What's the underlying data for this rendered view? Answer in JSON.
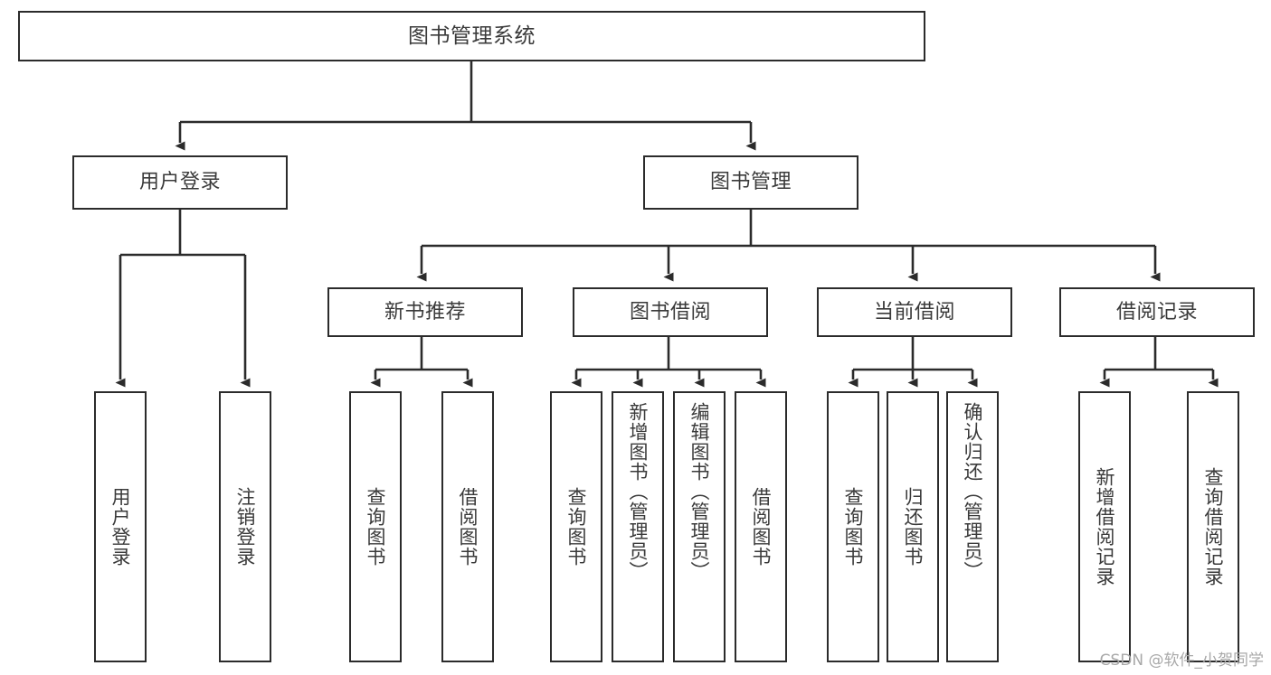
{
  "diagram": {
    "type": "tree-hierarchy-flowchart",
    "title": "图书管理系统",
    "orientation": "top-down",
    "colors": {
      "box_border": "#2b2b2b",
      "box_fill": "#ffffff",
      "connector": "#2b2b2b",
      "text": "#3a3a3a",
      "background": "#ffffff",
      "watermark": "#a8a8a8"
    },
    "levels": {
      "level0": [
        "图书管理系统"
      ],
      "level1": [
        "用户登录",
        "图书管理"
      ],
      "level2": [
        "新书推荐",
        "图书借阅",
        "当前借阅",
        "借阅记录"
      ],
      "level3": [
        "用户登录",
        "注销登录",
        "查询图书",
        "借阅图书",
        "查询图书",
        "新增图书（管理员）",
        "编辑图书（管理员）",
        "借阅图书",
        "查询图书",
        "归还图书",
        "确认归还（管理员）",
        "新增借阅记录",
        "查询借阅记录"
      ]
    },
    "nodes": {
      "root": {
        "label": "图书管理系统"
      },
      "user_login": {
        "label": "用户登录"
      },
      "book_manage": {
        "label": "图书管理"
      },
      "new_book_rec": {
        "label": "新书推荐"
      },
      "book_borrow": {
        "label": "图书借阅"
      },
      "current_borrow": {
        "label": "当前借阅"
      },
      "borrow_record": {
        "label": "借阅记录"
      },
      "leaf_user_login": {
        "label": "用户登录"
      },
      "leaf_logout": {
        "label": "注销登录"
      },
      "leaf_query_book_1": {
        "label": "查询图书"
      },
      "leaf_borrow_book_1": {
        "label": "借阅图书"
      },
      "leaf_query_book_2": {
        "label": "查询图书"
      },
      "leaf_add_book": {
        "label": "新增图书（管理员）"
      },
      "leaf_edit_book": {
        "label": "编辑图书（管理员）"
      },
      "leaf_borrow_book_2": {
        "label": "借阅图书"
      },
      "leaf_query_book_3": {
        "label": "查询图书"
      },
      "leaf_return_book": {
        "label": "归还图书"
      },
      "leaf_confirm_return": {
        "label": "确认归还（管理员）"
      },
      "leaf_add_record": {
        "label": "新增借阅记录"
      },
      "leaf_query_record": {
        "label": "查询借阅记录"
      }
    },
    "edges": [
      {
        "from": "root",
        "to": "user_login"
      },
      {
        "from": "root",
        "to": "book_manage"
      },
      {
        "from": "user_login",
        "to": "leaf_user_login"
      },
      {
        "from": "user_login",
        "to": "leaf_logout"
      },
      {
        "from": "book_manage",
        "to": "new_book_rec"
      },
      {
        "from": "book_manage",
        "to": "book_borrow"
      },
      {
        "from": "book_manage",
        "to": "current_borrow"
      },
      {
        "from": "book_manage",
        "to": "borrow_record"
      },
      {
        "from": "new_book_rec",
        "to": "leaf_query_book_1"
      },
      {
        "from": "new_book_rec",
        "to": "leaf_borrow_book_1"
      },
      {
        "from": "book_borrow",
        "to": "leaf_query_book_2"
      },
      {
        "from": "book_borrow",
        "to": "leaf_add_book"
      },
      {
        "from": "book_borrow",
        "to": "leaf_edit_book"
      },
      {
        "from": "book_borrow",
        "to": "leaf_borrow_book_2"
      },
      {
        "from": "current_borrow",
        "to": "leaf_query_book_3"
      },
      {
        "from": "current_borrow",
        "to": "leaf_return_book"
      },
      {
        "from": "current_borrow",
        "to": "leaf_confirm_return"
      },
      {
        "from": "borrow_record",
        "to": "leaf_add_record"
      },
      {
        "from": "borrow_record",
        "to": "leaf_query_record"
      }
    ]
  },
  "watermark": {
    "text": "CSDN @软件_小贺同学"
  }
}
